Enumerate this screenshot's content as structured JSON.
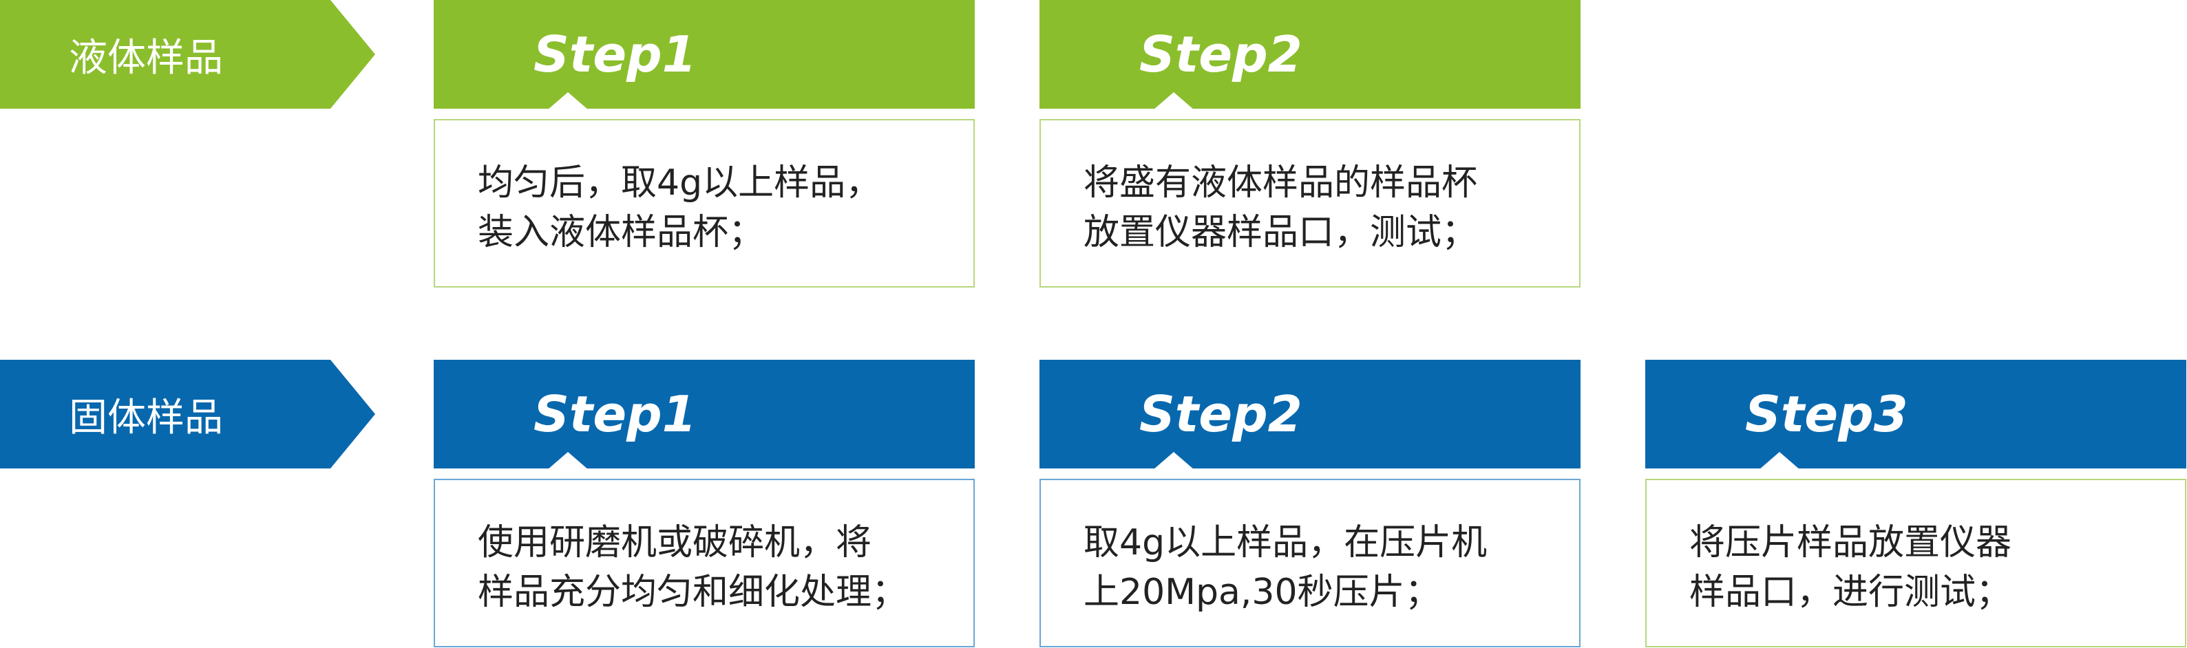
{
  "liquid": {
    "label": "液体样品",
    "steps": [
      {
        "title": "Step1",
        "lines": [
          "均匀后，取4g以上样品，",
          "装入液体样品杯；"
        ]
      },
      {
        "title": "Step2",
        "lines": [
          "将盛有液体样品的样品杯",
          "放置仪器样品口，测试；"
        ]
      }
    ]
  },
  "solid": {
    "label": "固体样品",
    "steps": [
      {
        "title": "Step1",
        "lines": [
          "使用研磨机或破碎机，将",
          "样品充分均匀和细化处理；"
        ]
      },
      {
        "title": "Step2",
        "lines": [
          "取4g以上样品，在压片机",
          "上20Mpa,30秒压片；"
        ]
      },
      {
        "title": "Step3",
        "lines": [
          "将压片样品放置仪器",
          "样品口，进行测试；"
        ]
      }
    ]
  },
  "colors": {
    "green": "#8bbe2d",
    "blue": "#0868ae"
  }
}
